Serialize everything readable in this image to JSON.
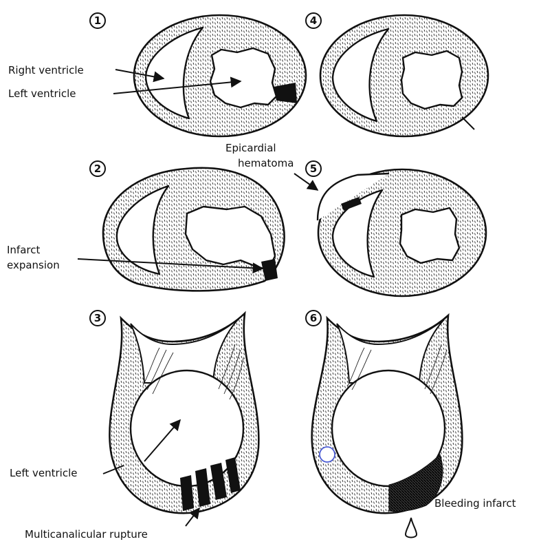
{
  "panels": [
    {
      "number": "1"
    },
    {
      "number": "2"
    },
    {
      "number": "3"
    },
    {
      "number": "4"
    },
    {
      "number": "5"
    },
    {
      "number": "6"
    }
  ],
  "labels": {
    "right_ventricle": "Right ventricle",
    "left_ventricle_1": "Left ventricle",
    "epicardial_1": "Epicardial",
    "epicardial_2": "hematoma",
    "infarct_1": "Infarct",
    "infarct_2": "expansion",
    "left_ventricle_3": "Left ventricle",
    "multicanalicular": "Multicanalicular rupture",
    "bleeding_infarct": "Bleeding infarct"
  }
}
